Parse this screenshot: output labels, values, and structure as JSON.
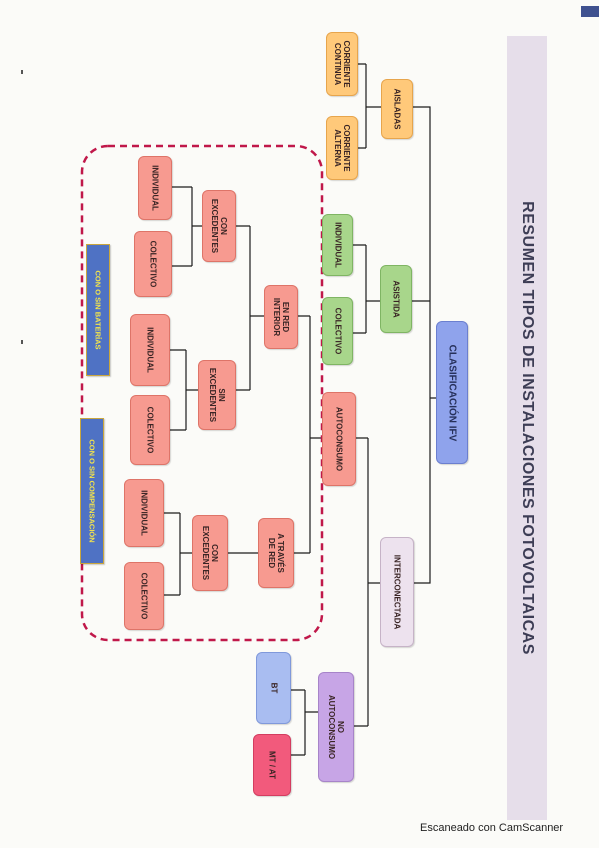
{
  "title": "RESUMEN TIPOS DE INSTALACIONES FOTOVOLTAICAS",
  "root": "CLASIFICACIÓN IFV",
  "aisladas": {
    "label": "AISLADAS",
    "children": [
      "CORRIENTE\nCONTINUA",
      "CORRIENTE\nALTERNA"
    ]
  },
  "asistida": {
    "label": "ASISTIDA",
    "children": [
      "INDIVIDUAL",
      "COLECTIVO"
    ]
  },
  "interconectada": {
    "label": "INTERCONECTADA",
    "autoconsumo": {
      "label": "AUTOCONSUMO",
      "en_red_interior": {
        "label": "EN RED\nINTERIOR",
        "con_excedentes": {
          "label": "CON\nEXCEDENTES",
          "children": [
            "INDIVIDUAL",
            "COLECTIVO"
          ]
        },
        "sin_excedentes": {
          "label": "SIN\nEXCEDENTES",
          "children": [
            "INDIVIDUAL",
            "COLECTIVO"
          ]
        }
      },
      "a_traves_de_red": {
        "label": "A TRAVÉS\nDE RED",
        "con_excedentes": {
          "label": "CON\nEXCEDENTES",
          "children": [
            "INDIVIDUAL",
            "COLECTIVO"
          ]
        }
      }
    },
    "no_autoconsumo": {
      "label": "NO\nAUTOCONSUMO",
      "children": [
        "BT",
        "MT / AT"
      ]
    }
  },
  "tags": [
    "CON O SIN BATERÍAS",
    "CON O SIN COMPENSACIÓN"
  ],
  "footer": "Escaneado con CamScanner",
  "colors": {
    "aisladas": "#ffc97a",
    "asistida": "#a8d68b",
    "autoconsumo": "#f79a90",
    "root": "#8fa3ec",
    "interconectada": "#ede2ee",
    "no_autoconsumo": "#c7a5e6",
    "bt": "#a9bdf1",
    "mt_at": "#f25a7c",
    "tag": "#4f72c4",
    "dashed_border": "#c0184a"
  }
}
